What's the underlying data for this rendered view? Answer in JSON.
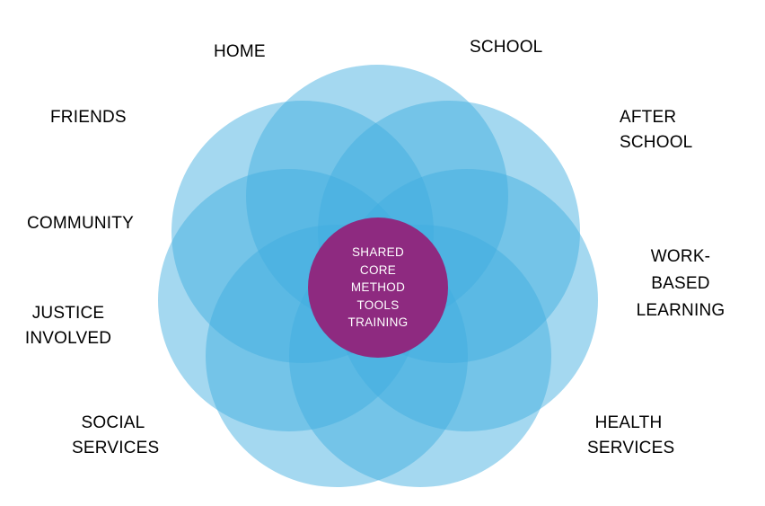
{
  "diagram": {
    "core": {
      "lines": [
        "SHARED",
        "CORE",
        "METHOD",
        "TOOLS",
        "TRAINING"
      ],
      "color": "#8e2a80"
    },
    "petal_color": "#41aee0",
    "settings": [
      {
        "id": "home",
        "lines": [
          "HOME"
        ]
      },
      {
        "id": "school",
        "lines": [
          "SCHOOL"
        ]
      },
      {
        "id": "after-school",
        "lines": [
          "AFTER",
          "SCHOOL"
        ]
      },
      {
        "id": "work-based-learning",
        "lines": [
          "WORK-",
          "BASED",
          "LEARNING"
        ]
      },
      {
        "id": "health-services",
        "lines": [
          "HEALTH",
          "SERVICES"
        ]
      },
      {
        "id": "social-services",
        "lines": [
          "SOCIAL",
          "SERVICES"
        ]
      },
      {
        "id": "justice-involved",
        "lines": [
          "JUSTICE",
          "INVOLVED"
        ]
      },
      {
        "id": "community",
        "lines": [
          "COMMUNITY"
        ]
      },
      {
        "id": "friends",
        "lines": [
          "FRIENDS"
        ]
      }
    ]
  }
}
